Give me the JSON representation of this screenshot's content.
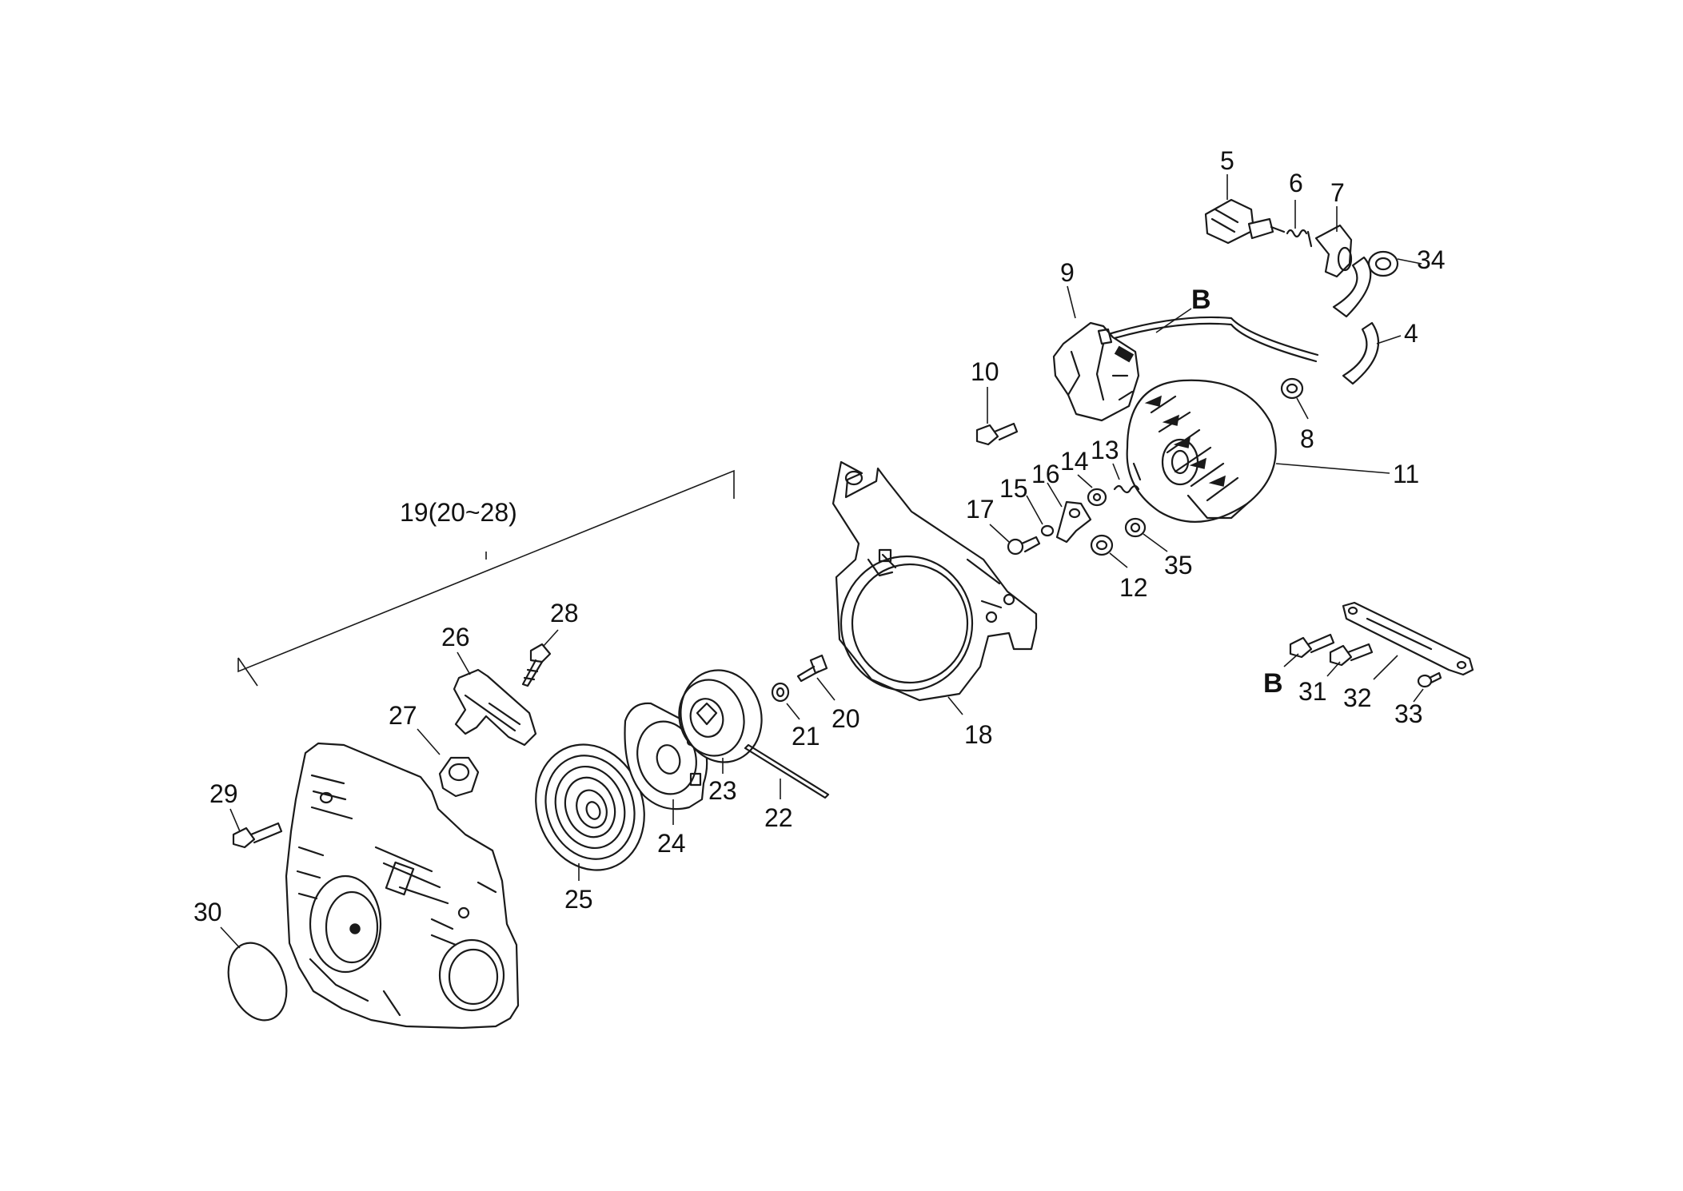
{
  "labels": {
    "l5": "5",
    "l6": "6",
    "l7": "7",
    "l34": "34",
    "l4": "4",
    "l9": "9",
    "lB1": "B",
    "l10": "10",
    "l8": "8",
    "l11": "11",
    "l13": "13",
    "l14": "14",
    "l16": "16",
    "l15": "15",
    "l17": "17",
    "l12": "12",
    "l35": "35",
    "l19": "19(20~28)",
    "l28": "28",
    "l26": "26",
    "l27": "27",
    "l29": "29",
    "l30": "30",
    "l25": "25",
    "l24": "24",
    "l23": "23",
    "l22": "22",
    "l21": "21",
    "l20": "20",
    "l18": "18",
    "lB2": "B",
    "l31": "31",
    "l32": "32",
    "l33": "33"
  }
}
